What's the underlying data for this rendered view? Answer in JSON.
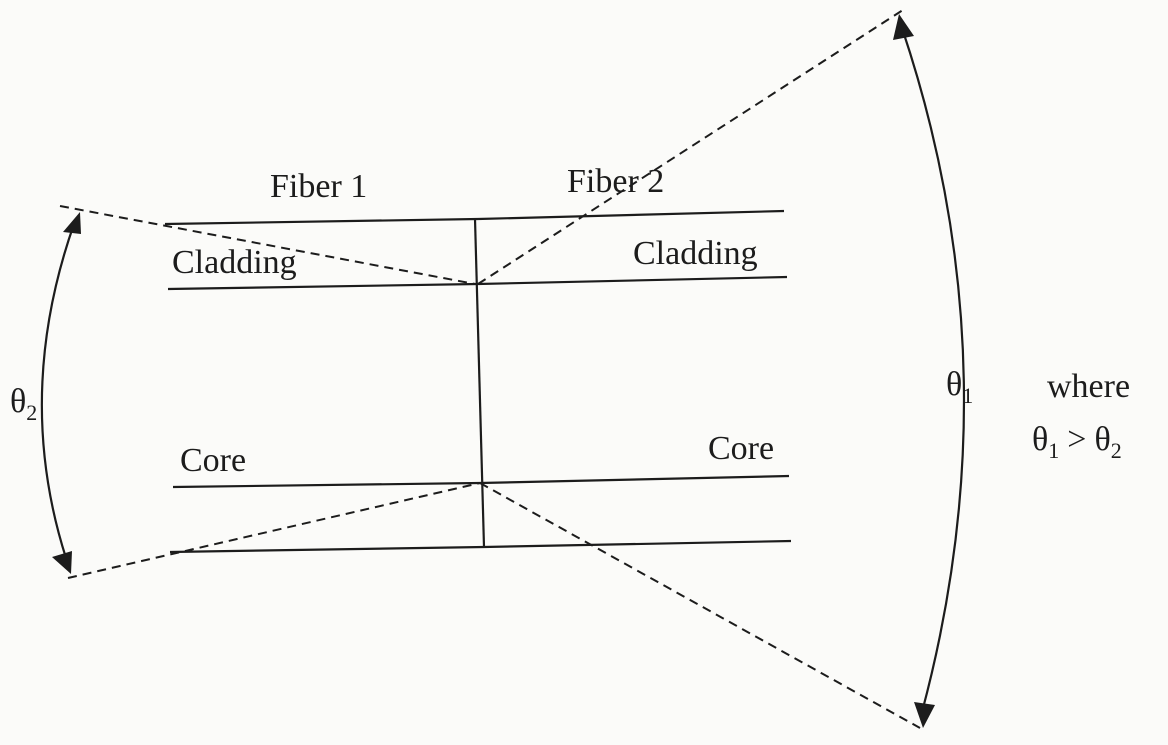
{
  "labels": {
    "fiber1": "Fiber 1",
    "fiber2": "Fiber 2",
    "cladding_left": "Cladding",
    "cladding_right": "Cladding",
    "core_left": "Core",
    "core_right": "Core",
    "theta": "θ",
    "theta1_sub": "1",
    "theta2_sub": "2",
    "where": "where",
    "gt": ">"
  }
}
